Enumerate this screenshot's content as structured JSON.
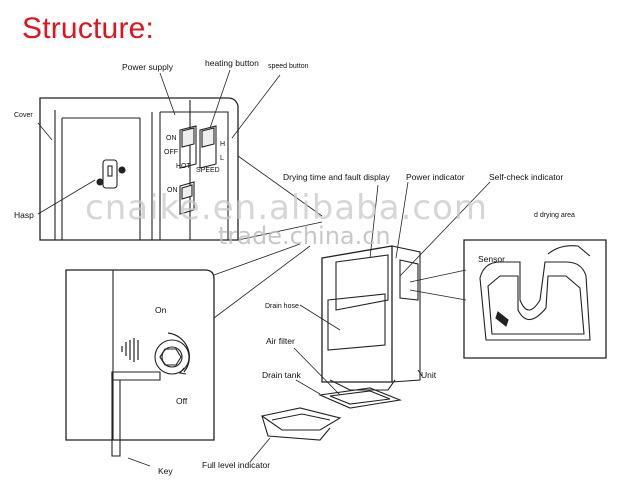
{
  "title": "Structure:",
  "labels": {
    "power_supply": "Power supply",
    "heating_button": "heating button",
    "speed_button": "speed button",
    "cover": "Cover",
    "hasp": "Hasp",
    "drying_time": "Drying time and fault display",
    "power_indicator": "Power indicator",
    "self_check": "Self-check indicator",
    "hand_drying_area": "d drying area",
    "sensor": "Sensor",
    "drain_hose": "Drain hose",
    "air_filter": "Air filter",
    "drain_tank": "Drain tank",
    "unit": "Unit",
    "full_level": "Full level indicator",
    "key": "Key",
    "on": "On",
    "off": "Off"
  },
  "switch_labels": {
    "on": "ON",
    "off": "OFF",
    "hot": "HOT",
    "speed": "SPEED",
    "h": "H",
    "l": "L"
  },
  "watermarks": {
    "alibaba": "cnaike.en.alibaba.com",
    "tradechina": "trade.china.cn"
  }
}
